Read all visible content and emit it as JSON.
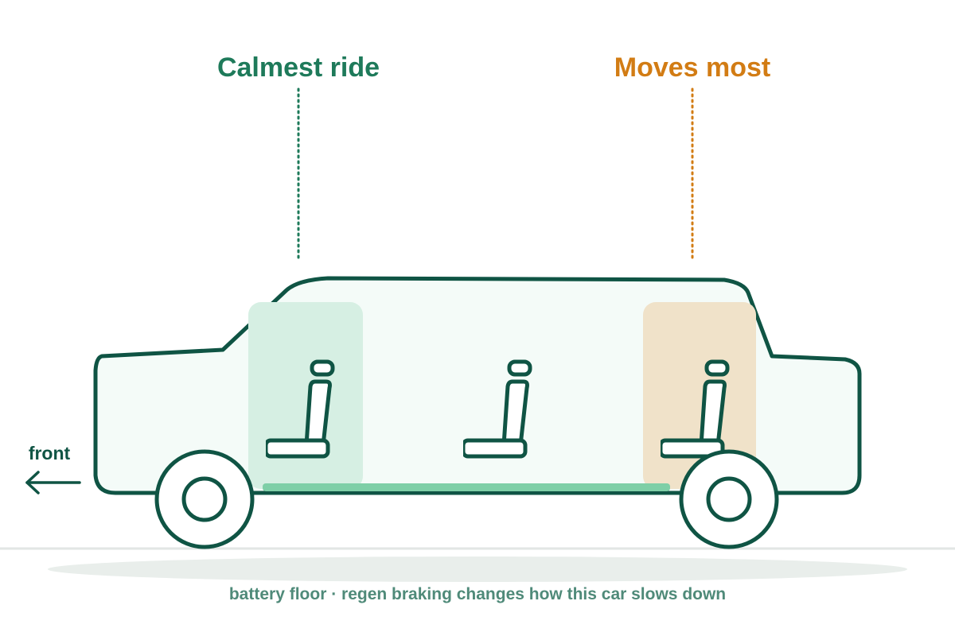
{
  "labels": {
    "calm": "Calmest ride",
    "moves": "Moves most",
    "front": "front",
    "caption": "battery floor · regen braking changes how this car slows down"
  },
  "icons": [
    "seat-icon",
    "left-arrow-icon",
    "wheel-icon"
  ],
  "colors": {
    "ink": "#0f5444",
    "calm": "#1e7a5a",
    "moves": "#d27c14",
    "calm_zone": "#d6efe3",
    "moves_zone": "#f0e2c9",
    "battery": "#7ecfa7",
    "body_fill": "#f4fbf8",
    "caption": "#4f8a79",
    "ground": "#e2e6e4",
    "shadow": "#e9eeeb"
  }
}
